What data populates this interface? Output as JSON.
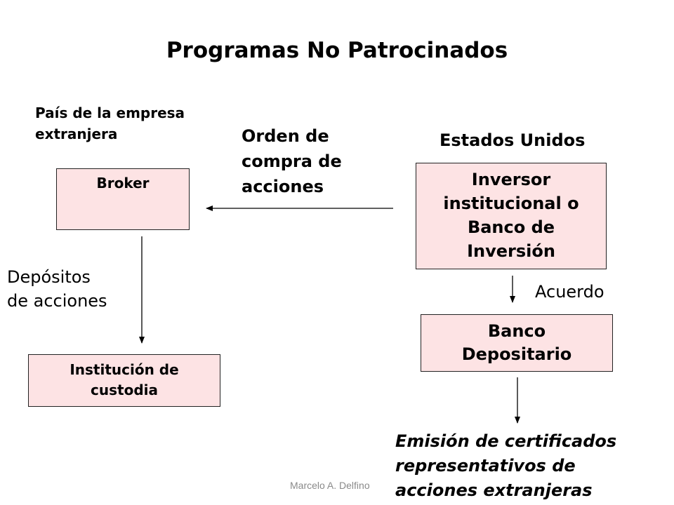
{
  "slide": {
    "title": "Programas No Patrocinados",
    "left_region_label_line1": "País de la empresa",
    "left_region_label_line2": "extranjera",
    "order_label_line1": "Orden de",
    "order_label_line2": "compra de",
    "order_label_line3": "acciones",
    "right_region_label": "Estados Unidos",
    "broker_box": "Broker",
    "investor_box_line1": "Inversor",
    "investor_box_line2": "institucional o",
    "investor_box_line3": "Banco de",
    "investor_box_line4": "Inversión",
    "deposit_label_line1": "Depósitos",
    "deposit_label_line2": "de acciones",
    "agreement_label": "Acuerdo",
    "custody_box_line1": "Institución de",
    "custody_box_line2": "custodia",
    "depositary_box_line1": "Banco",
    "depositary_box_line2": "Depositario",
    "issuance_line1": "Emisión de certificados",
    "issuance_line2": "representativos de",
    "issuance_line3": "acciones extranjeras",
    "footer": "Marcelo A. Delfino"
  },
  "colors": {
    "box_fill": "#fde3e4",
    "text": "#000000",
    "footer_text": "#8a8a8a"
  }
}
